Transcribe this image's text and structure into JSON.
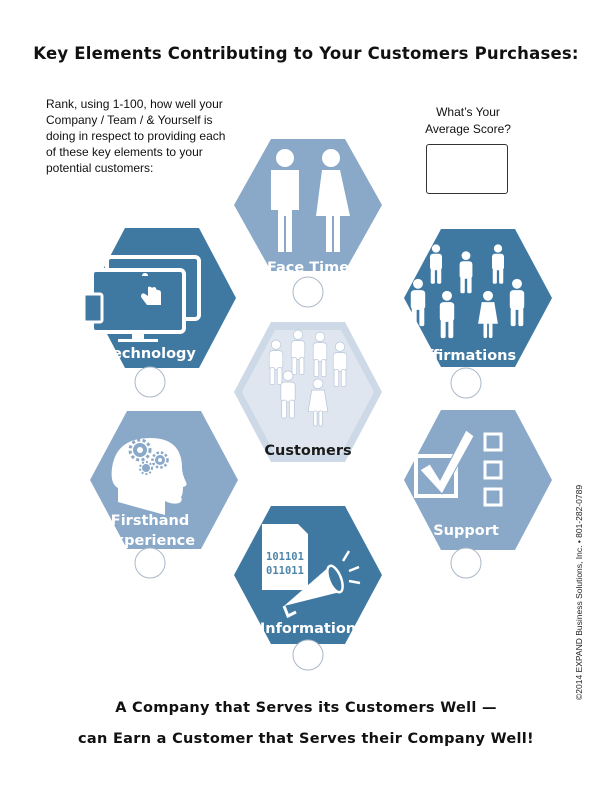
{
  "title": "Key Elements Contributing to Your Customers Purchases:",
  "instructions": "Rank, using 1-100, how well your Company / Team / & Yourself is doing in respect to providing each of these key elements to your potential customers:",
  "average_score": {
    "line1": "What’s Your",
    "line2": "Average Score?"
  },
  "elements": {
    "face_time": {
      "label": "Face Time",
      "icon": "people-pair-icon",
      "color": "#8aa8c8"
    },
    "affirmations": {
      "label": "Affirmations",
      "icon": "crowd-icon",
      "color": "#3f79a2"
    },
    "technology": {
      "label": "Technology",
      "icon": "monitor-touch-icon",
      "color": "#3f79a2"
    },
    "customers": {
      "label": "Customers",
      "icon": "customer-group-icon",
      "color": "#ced9e8"
    },
    "firsthand_experience": {
      "label_line1": "Firsthand",
      "label_line2": "Experience",
      "icon": "head-gears-icon",
      "color": "#8aa8c8"
    },
    "support": {
      "label": "Support",
      "icon": "checklist-icon",
      "color": "#8aa8c8"
    },
    "information": {
      "label": "Information",
      "icon": "document-megaphone-icon",
      "color": "#3f79a2",
      "code_line1": "101101",
      "code_line2": "011011"
    }
  },
  "footer": {
    "line1": "A Company that Serves its Customers Well —",
    "line2": "can Earn a Customer that Serves their Company Well!"
  },
  "copyright": "©2014 EXPAND Business Solutions, Inc. • 801-282-0789"
}
